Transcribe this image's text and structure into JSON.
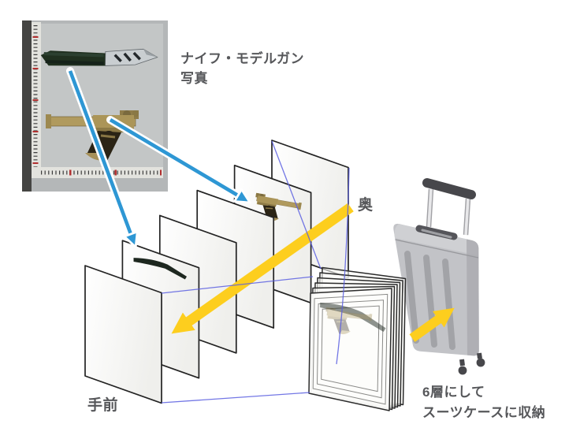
{
  "diagram": {
    "photo": {
      "caption_line1": "ナイフ・モデルガン",
      "caption_line2": "写真"
    },
    "depth_labels": {
      "back": "奥",
      "front": "手前"
    },
    "suitcase": {
      "caption_line1": "6層にして",
      "caption_line2": "スーツケースに収納"
    }
  },
  "icons": {
    "knife": "butterfly-knife-silhouette",
    "gun": "model-pistol-silhouette",
    "sheets": "layered-transparent-panels",
    "stack": "six-layer-compressed-stack",
    "suitcase": "rolling-suitcase"
  },
  "colors": {
    "arrow_blue": "#2e97d4",
    "arrow_yellow": "#fdce1e",
    "guide_blue": "#5a5fe0",
    "sheet_outline": "#232323",
    "label_text": "#56575a",
    "suitcase_body": "#c2c3c7",
    "suitcase_dark": "#47474b",
    "photo_bg": "#b4b7b8"
  }
}
